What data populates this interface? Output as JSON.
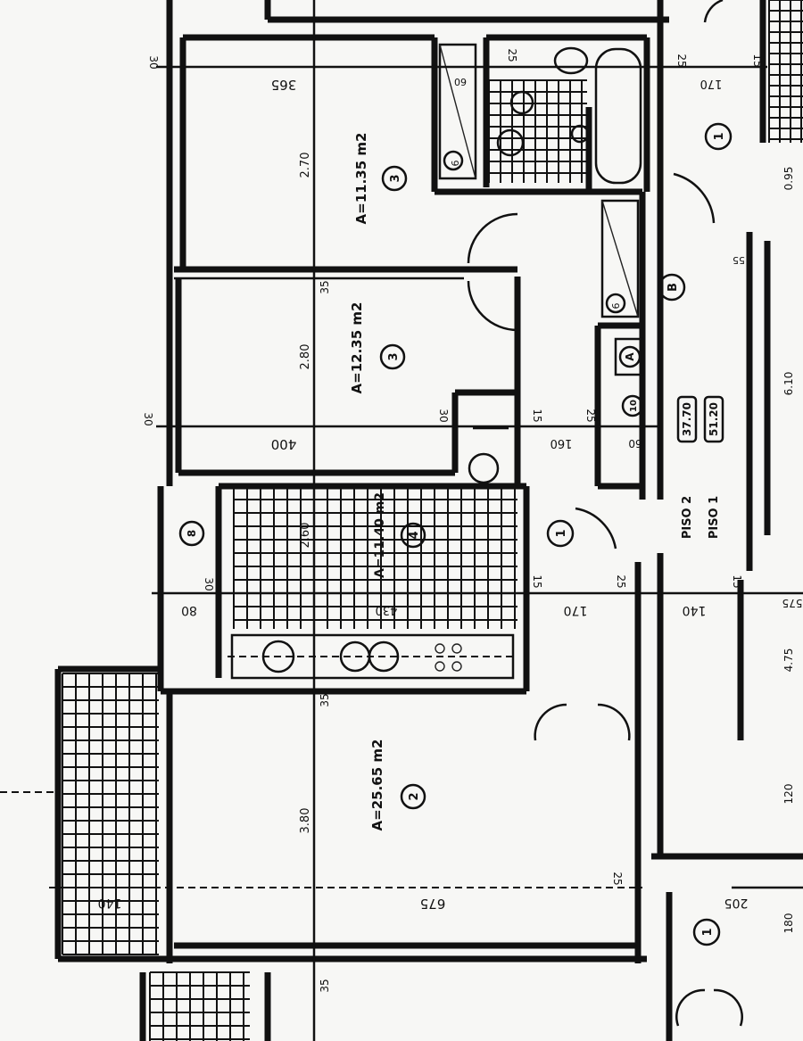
{
  "plan": {
    "rooms": [
      {
        "id": "room-a",
        "number": "3",
        "area": "A=11.35 m2",
        "height": "2.70"
      },
      {
        "id": "room-b",
        "number": "3",
        "area": "A=12.35 m2",
        "height": "2.80"
      },
      {
        "id": "kitchen",
        "number": "4",
        "area": "A=11.40 m2",
        "height": "2.60"
      },
      {
        "id": "living",
        "number": "2",
        "area": "A=25.65 m2",
        "height": "3.80"
      }
    ],
    "hall": {
      "letter_a": "A",
      "letter_b": "B",
      "num_10": "10",
      "num_1a": "1",
      "num_1b": "1",
      "num_1c": "1",
      "num_8": "8",
      "num_6a": "6",
      "num_6b": "6"
    },
    "levels": {
      "piso2_label": "PISO 2",
      "piso2_value": "37.70",
      "piso1_label": "PISO 1",
      "piso1_value": "51.20"
    },
    "dims": {
      "d365": "365",
      "d400": "400",
      "d675": "675",
      "d170": "170",
      "d160": "160",
      "d140a": "140",
      "d140b": "140",
      "d205": "205",
      "d80": "80",
      "d60": "60",
      "d170b": "170",
      "d095": "0.95",
      "d120": "120",
      "d180": "180",
      "d25a": "25",
      "d25b": "25",
      "d25c": "25",
      "d25d": "25",
      "d25e": "25",
      "d15a": "15",
      "d15b": "15",
      "d15c": "15",
      "d15d": "15",
      "d30a": "30",
      "d30b": "30",
      "d30c": "30",
      "d30d": "30",
      "d35a": "35",
      "d35b": "35",
      "d35c": "35",
      "d430": "430",
      "d60b": "60",
      "d55": "55",
      "d610": "6.10",
      "d475": "4.75",
      "d575": "575"
    }
  }
}
